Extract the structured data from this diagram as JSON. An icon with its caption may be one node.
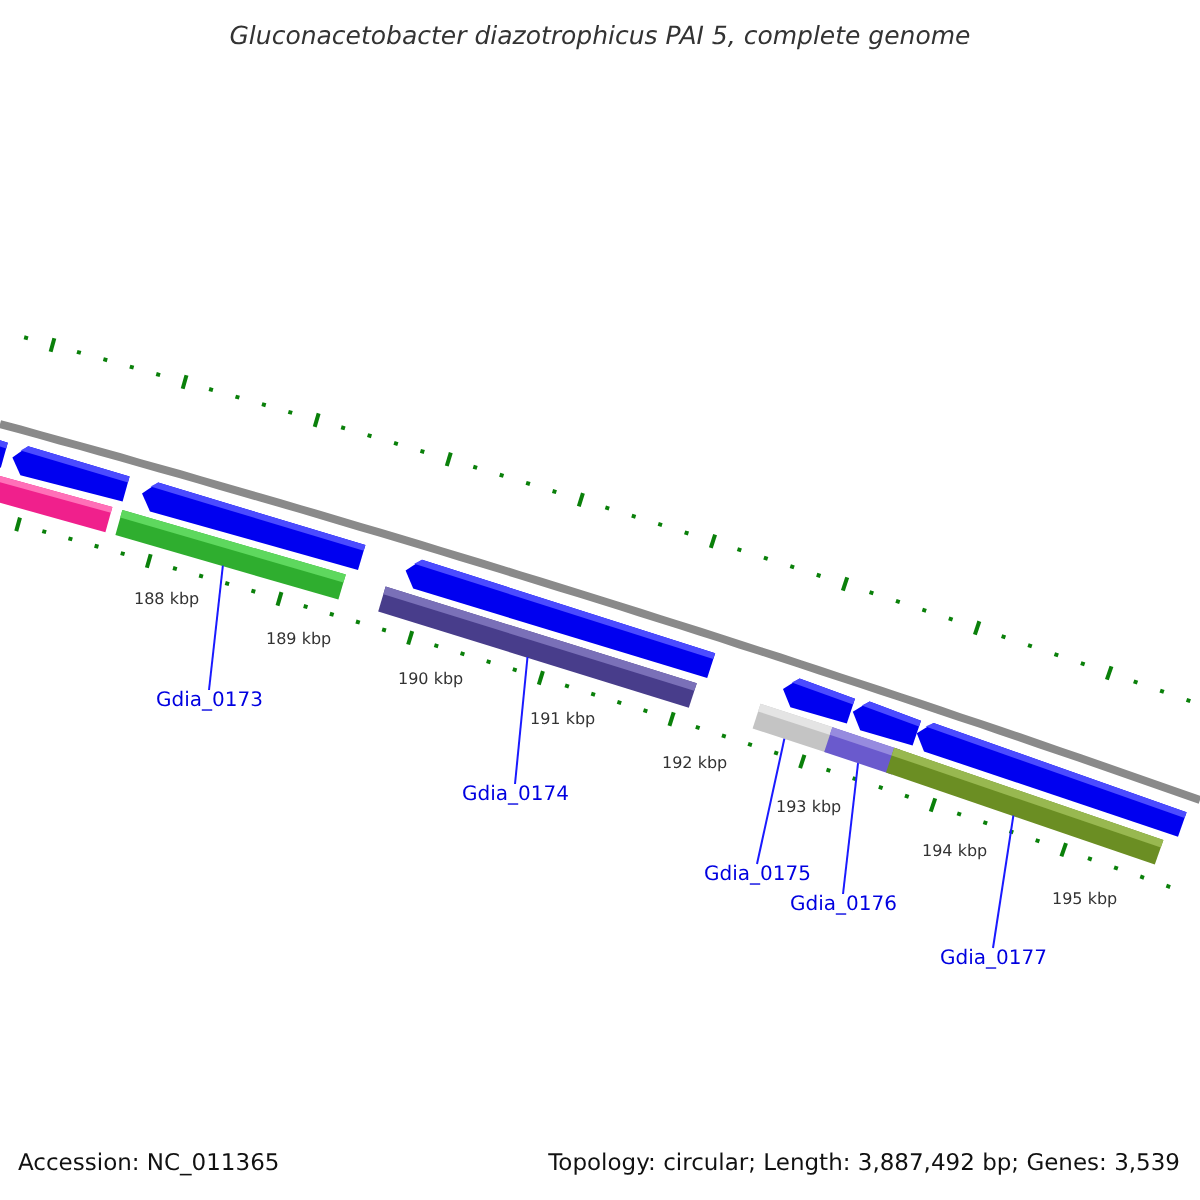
{
  "diagram": {
    "title": "Gluconacetobacter diazotrophicus PAI 5, complete genome",
    "nodes": [
      {
        "text": [],
        "shape": "bar"
      },
      {
        "text": [],
        "shape": "bar"
      },
      {
        "text": [],
        "shape": "bar"
      },
      {
        "text": [],
        "shape": "bar"
      },
      {
        "text": [],
        "shape": "bar"
      },
      {
        "text": [
          "Gdia_0173"
        ]
      },
      {
        "text": [
          "Gdia_0174"
        ]
      },
      {
        "text": [
          "Gdia_0175"
        ]
      },
      {
        "text": [
          "Gdia_0176"
        ]
      },
      {
        "text": [
          "Gdia_0177"
        ]
      }
    ],
    "edges": [
      {
        "from": 5,
        "to": 0,
        "arrow": "none"
      },
      {
        "from": 6,
        "to": 1,
        "arrow": "none"
      },
      {
        "from": 7,
        "to": 2,
        "arrow": "none"
      },
      {
        "from": 8,
        "to": 3,
        "arrow": "none"
      },
      {
        "from": 9,
        "to": 4,
        "arrow": "none"
      }
    ],
    "labels": [
      "188 kbp",
      "189 kbp",
      "190 kbp",
      "191 kbp",
      "192 kbp",
      "193 kbp",
      "194 kbp",
      "195 kbp",
      "Accession: NC_011365",
      "Topology: circular; Length: 3,887,492 bp; Genes: 3,539"
    ]
  }
}
